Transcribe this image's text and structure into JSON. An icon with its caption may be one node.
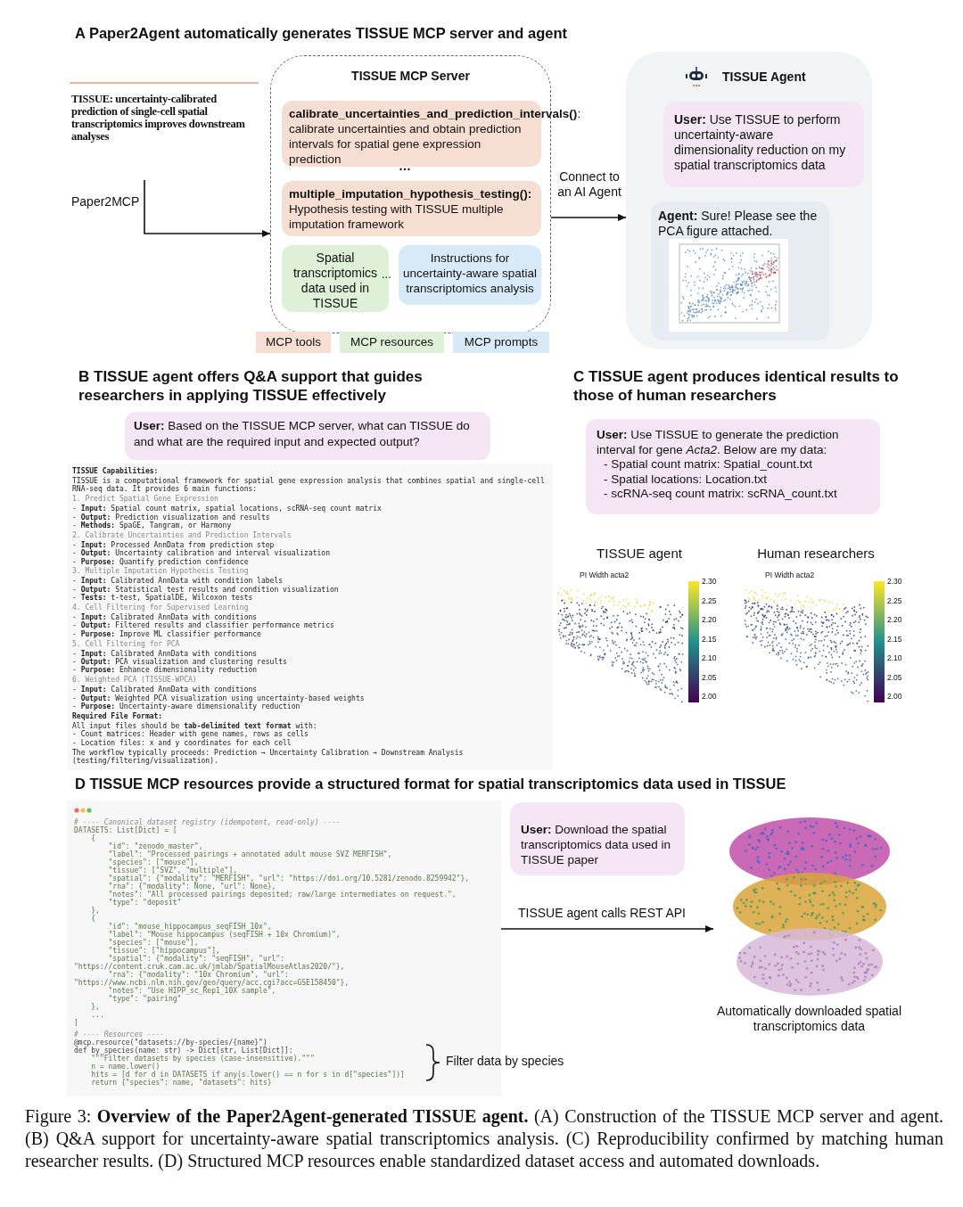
{
  "diagram": {
    "caption": "Figure 3: **Overview of the Paper2Agent-generated TISSUE agent.** (A) Construction of the TISSUE MCP server and agent. (B) Q&A support for uncertainty-aware spatial transcriptomics analysis. (C) Reproducibility confirmed by matching human researcher results. (D) Structured MCP resources enable standardized dataset access and automated downloads.",
    "nodes": [
      {
        "text": [
          "TISSUE: uncertainty-calibrated prediction of single-cell spatial transcriptomics improves downstream analyses"
        ]
      },
      {
        "text": [
          "TISSUE MCP Server"
        ]
      },
      {
        "text": [
          "**calibrate_uncertainties_and_prediction_intervals()**: calibrate uncertainties and obtain prediction intervals for spatial gene expression prediction"
        ],
        "in": 1
      },
      {
        "text": [
          "**multiple_imputation_hypothesis_testing():** Hypothesis testing with TISSUE multiple imputation framework"
        ],
        "in": 1
      },
      {
        "text": [
          "Spatial transcriptomics data used in TISSUE"
        ],
        "in": 1
      },
      {
        "text": [
          "Instructions for uncertainty-aware spatial transcriptomics analysis"
        ],
        "in": 1
      },
      {
        "text": [
          "TISSUE Agent"
        ]
      },
      {
        "text": [
          "**User:** Use TISSUE to perform uncertainty-aware dimensionality reduction on my spatial transcriptomics data"
        ],
        "in": 6
      },
      {
        "text": [
          "**Agent:** Sure! Please see the PCA figure attached."
        ],
        "in": 6
      },
      {
        "text": [],
        "shape": "picture",
        "in": 8
      },
      {
        "text": [
          "**User:** Based on the TISSUE MCP server, what can TISSUE do and what are the required input and expected output?"
        ]
      },
      {
        "text": [
          "TISSUE Capabilities:",
          "TISSUE is a computational framework for spatial gene expression analysis that combines spatial and single-cell RNA-seq data. It provides 6 main functions:",
          "1. Predict Spatial Gene Expression",
          "- **Input:** Spatial count matrix, spatial locations, scRNA-seq count matrix",
          "- **Output:** Prediction visualization and results",
          "- **Methods:** SpaGE, Tangram, or Harmony",
          "2. Calibrate Uncertainties and Prediction Intervals",
          "- **Input:** Processed AnnData from prediction step",
          "- **Output:** Uncertainty calibration and interval visualization",
          "- **Purpose:** Quantify prediction confidence",
          "3. Multiple Imputation Hypothesis Testing",
          "- **Input:** Calibrated AnnData with condition labels",
          "- **Output:** Statistical test results and condition visualization",
          "- **Tests:** t-test, SpatialDE, Wilcoxon tests",
          "4. Cell Filtering for Supervised Learning",
          "- **Input:** Calibrated AnnData with conditions",
          "- **Output:** Filtered results and classifier performance metrics",
          "- **Purpose:** Improve ML classifier performance",
          "5. Cell Filtering for PCA",
          "- **Input:** Calibrated AnnData with conditions",
          "- **Output:** PCA visualization and clustering results",
          "- **Purpose:** Enhance dimensionality reduction",
          "6. Weighted PCA (TISSUE-WPCA)",
          "- **Input:** Calibrated AnnData with conditions",
          "- **Output:** Weighted PCA visualization using uncertainty-based weights",
          "- **Purpose:** Uncertainty-aware dimensionality reduction",
          "Required File Format:",
          "All input files should be **tab-delimited text format** with:",
          "- Count matrices: Header with gene names, rows as cells",
          "- Location files: x and y coordinates for each cell",
          "The workflow typically proceeds: Prediction → Uncertainty Calibration → Downstream Analysis (testing/filtering/visualization)."
        ]
      },
      {
        "text": [
          "**User:** Use TISSUE to generate the prediction interval for gene *Acta2*. Below are my data:",
          "- Spatial count matrix: Spatial_count.txt",
          "- Spatial locations: Location.txt",
          "- scRNA-seq count matrix: scRNA_count.txt"
        ]
      },
      {
        "text": [
          "TISSUE agent"
        ]
      },
      {
        "text": [
          "Human researchers"
        ]
      },
      {
        "text": [
          "# ---- Canonical dataset registry (idempotent, read-only) ----",
          "DATASETS: List[Dict] = [",
          "    {",
          "        \"id\": \"zenodo_master\",",
          "        \"label\": \"Processed pairings + annotated adult mouse SVZ MERFISH\",",
          "        \"species\": [\"mouse\"],",
          "        \"tissue\": [\"SVZ\", \"multiple\"],",
          "        \"spatial\": {\"modality\": \"MERFISH\", \"url\": \"https://doi.org/10.5281/zenodo.8259942\"},",
          "        \"rna\": {\"modality\": None, \"url\": None},",
          "        \"notes\": \"All processed pairings deposited; raw/large intermediates on request.\",",
          "        \"type\": \"deposit\"",
          "    },",
          "    {",
          "        \"id\": \"mouse_hippocampus_seqFISH_10x\",",
          "        \"label\": \"Mouse hippocampus (seqFISH + 10x Chromium)\",",
          "        \"species\": [\"mouse\"],",
          "        \"tissue\": [\"hippocampus\"],",
          "        \"spatial\": {\"modality\": \"seqFISH\", \"url\": \"https://content.cruk.cam.ac.uk/jmlab/SpatialMouseAtlas2020/\"},",
          "        \"rna\": {\"modality\": \"10x Chromium\", \"url\": \"https://www.ncbi.nlm.nih.gov/geo/query/acc.cgi?acc=GSE158450\"},",
          "        \"notes\": \"Use HIPP_sc_Rep1_10X sample\",",
          "        \"type\": \"pairing\"",
          "    },",
          "    ...",
          "]",
          "# ---- Resources ----",
          "@mcp.resource(\"datasets://by-species/{name}\")",
          "def by_species(name: str) -> Dict[str, List[Dict]]:",
          "    \"\"\"Filter datasets by species (case-insensitive).\"\"\"",
          "    n = name.lower()",
          "    hits = [d for d in DATASETS if any(s.lower() == n for s in d[\"species\"])]",
          "    return {\"species\": name, \"datasets\": hits}"
        ]
      },
      {
        "text": [
          "**User:** Download the spatial transcriptomics data used in TISSUE paper"
        ]
      },
      {
        "text": [],
        "shape": "picture",
        "beside": [
          "Automatically downloaded spatial transcriptomics data"
        ]
      }
    ],
    "edges": [
      {
        "from": 0,
        "to": 1,
        "arrow": "to",
        "label": "Paper2MCP"
      },
      {
        "from": 1,
        "to": 6,
        "arrow": "to",
        "label": "Connect to an AI Agent"
      },
      {
        "from": 15,
        "to": 17,
        "arrow": "to",
        "label": "TISSUE agent calls REST API"
      }
    ],
    "labels": [
      "A Paper2Agent automatically generates TISSUE MCP server and agent",
      "…",
      "...",
      "B TISSUE agent offers Q&A support that guides researchers in applying TISSUE effectively",
      "C TISSUE agent produces identical results to those of human researchers",
      "PI Width acta2",
      "2.30",
      "2.25",
      "2.20",
      "2.15",
      "2.10",
      "2.05",
      "2.00",
      "PI Width acta2",
      "2.30",
      "2.25",
      "2.20",
      "2.15",
      "2.10",
      "2.05",
      "2.00",
      "D TISSUE MCP resources provide a structured format for spatial transcriptomics data used in TISSUE",
      "Filter data by species"
    ],
    "legend": [
      {
        "text": "MCP tools",
        "color": "#f6dfd2"
      },
      {
        "text": "MCP resources",
        "color": "#dff0d8"
      },
      {
        "text": "MCP prompts",
        "color": "#d8eaf8"
      }
    ]
  }
}
